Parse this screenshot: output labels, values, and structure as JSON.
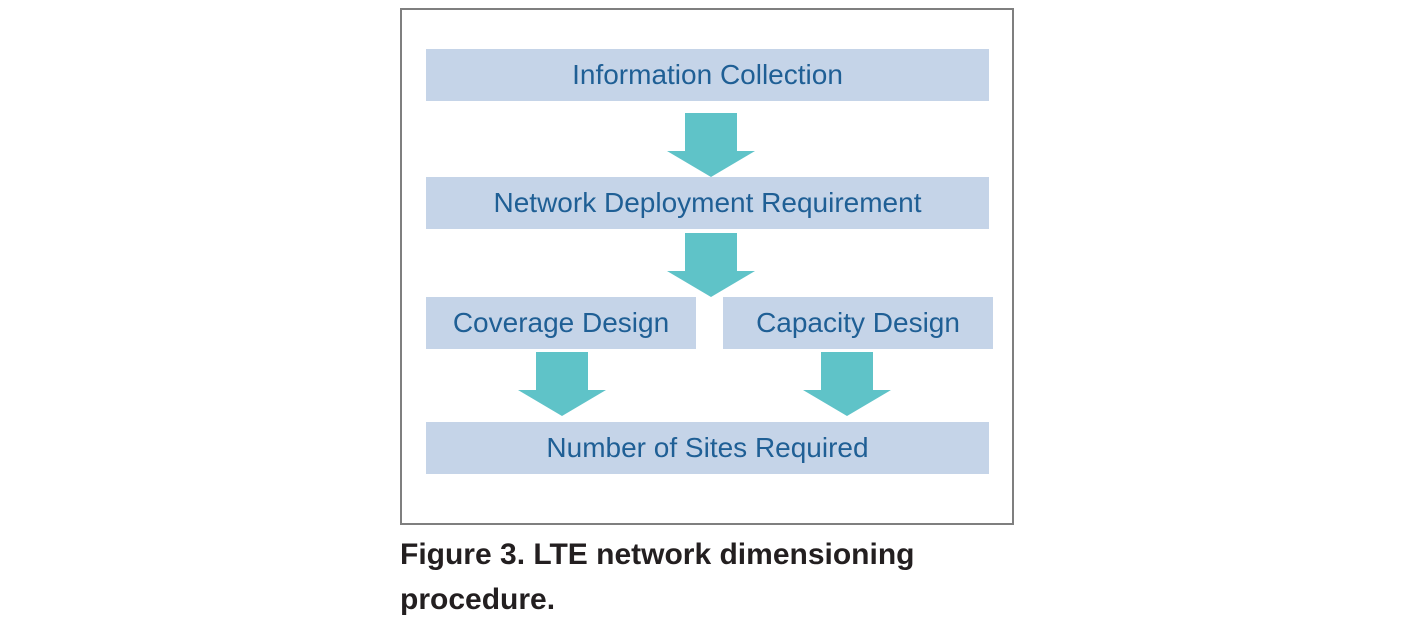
{
  "diagram": {
    "steps": {
      "info_collection": "Information Collection",
      "deployment_requirement": "Network Deployment Requirement",
      "coverage_design": "Coverage Design",
      "capacity_design": "Capacity Design",
      "sites_required": "Number of Sites Required"
    },
    "colors": {
      "box_fill": "#c5d4e8",
      "box_text": "#1f5f95",
      "arrow_fill": "#5fc3c8",
      "frame_border": "#7f7f7f"
    }
  },
  "caption": {
    "line1": "Figure 3. LTE network dimensioning",
    "line2": "procedure."
  }
}
